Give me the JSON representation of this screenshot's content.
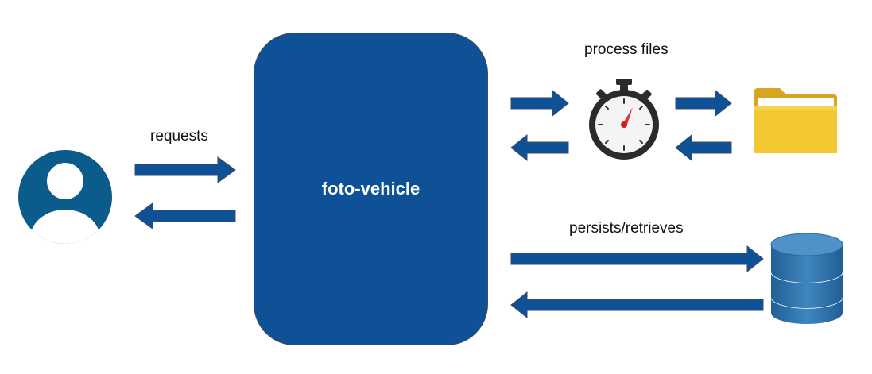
{
  "diagram": {
    "user_label": "requests",
    "app_label": "foto-vehicle",
    "process_label": "process files",
    "db_label": "persists/retrieves"
  },
  "colors": {
    "main": "#0e5196",
    "arrow": "#0e5196",
    "user_circle": "#0b5b8c",
    "folder": "#f2c230",
    "db": "#3f86be"
  },
  "icons": [
    "user-icon",
    "stopwatch-icon",
    "folder-icon",
    "database-icon"
  ]
}
